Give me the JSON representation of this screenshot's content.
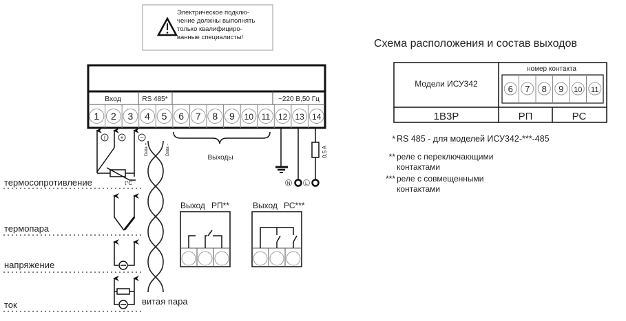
{
  "warning": {
    "lines": [
      "Электрическое подклю-",
      "чение должны выполнять",
      "только квалифициро-",
      "ванные специалисты!"
    ],
    "icon": "warning-triangle-icon"
  },
  "terminal_block": {
    "group_labels": {
      "input": "Вход",
      "rs485": "RS 485*",
      "power": "~220 В,50 Гц"
    },
    "terminals": [
      "1",
      "2",
      "3",
      "4",
      "5",
      "6",
      "7",
      "8",
      "9",
      "10",
      "11",
      "12",
      "13",
      "14"
    ],
    "outputs_label": "Выходы",
    "fuse_label": "0,5 A",
    "data_plus": "Data +",
    "data_minus": "Data -",
    "neutral": "N",
    "line": "L",
    "input_marks": {
      "i": "I",
      "plus": "+",
      "minus": "−"
    },
    "tc_label": "t°C"
  },
  "sensor_types": [
    "термосопротивление",
    "термопара",
    "напряжение",
    "ток"
  ],
  "twisted_pair_label": "витая пара",
  "outputs": {
    "rp": {
      "label": "Выход",
      "code": "РП**"
    },
    "rs": {
      "label": "Выход",
      "code": "РС***"
    }
  },
  "scheme": {
    "title": "Схема расположения и состав выходов",
    "models_label": "Модели ИСУ342",
    "contact_header": "номер контакта",
    "contacts": [
      "6",
      "7",
      "8",
      "9",
      "10",
      "11"
    ],
    "model_code": "1В3Р",
    "rp": "РП",
    "rs": "РС"
  },
  "notes": [
    {
      "mark": "*",
      "text": "RS 485 - для моделей ИСУ342-***-485"
    },
    {
      "mark": "**",
      "text": "реле с переключающими",
      "text2": "контактами"
    },
    {
      "mark": "***",
      "text": "реле с совмещенными",
      "text2": "контактами"
    }
  ]
}
